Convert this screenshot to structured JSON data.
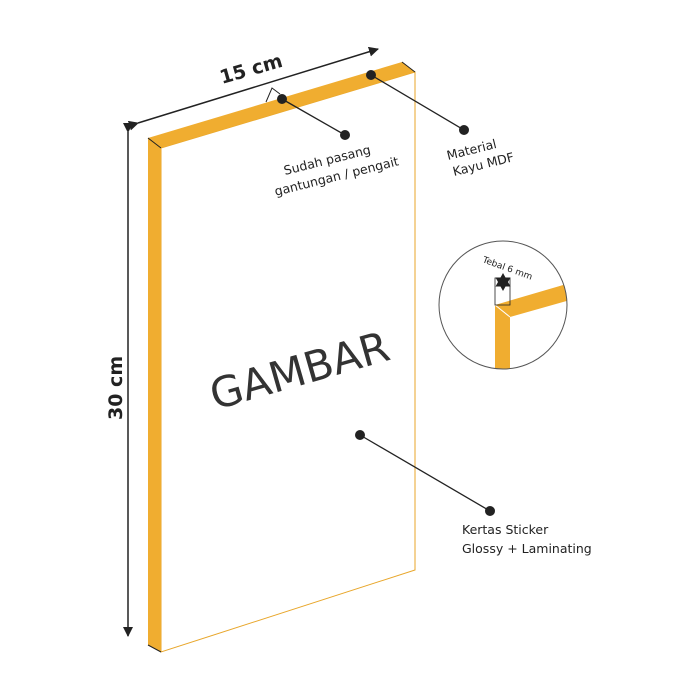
{
  "dimensions": {
    "width": "15 cm",
    "height": "30 cm",
    "thickness": "Tebal 6 mm"
  },
  "panel_text": "GAMBAR",
  "callouts": {
    "hanger": [
      "Sudah pasang",
      "gantungan / pengait"
    ],
    "material": [
      "Material",
      "Kayu MDF"
    ],
    "sticker": [
      "Kertas Sticker",
      "Glossy + Laminating"
    ]
  },
  "colors": {
    "edge": "#f0ad30",
    "line": "#222222",
    "panel_outline": "#e8a62a"
  }
}
